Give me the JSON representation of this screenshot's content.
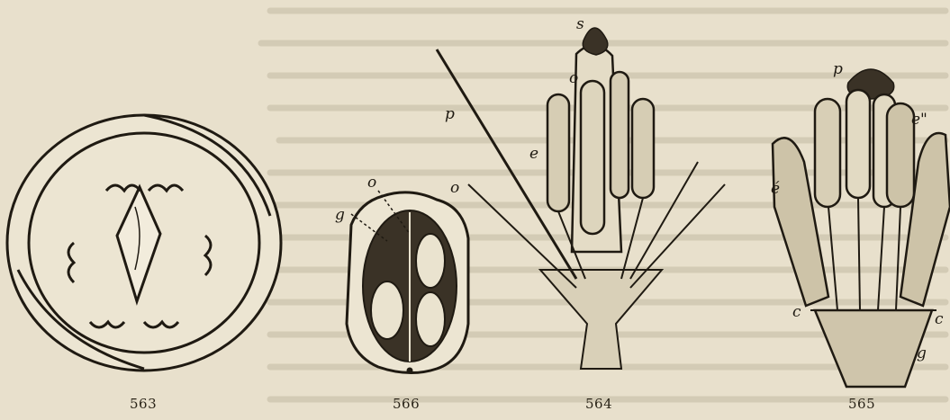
{
  "figures": [
    {
      "number": "563",
      "labels": []
    },
    {
      "number": "566",
      "labels": [
        "g",
        "o"
      ]
    },
    {
      "number": "564",
      "labels": [
        "s",
        "o",
        "p",
        "e",
        "o"
      ]
    },
    {
      "number": "565",
      "labels": [
        "p",
        "e\"",
        "é",
        "c",
        "c",
        "g"
      ]
    }
  ],
  "colors": {
    "paper": "#e8e0cc",
    "ink": "#1f1a12",
    "faded_text": "#b9b09a"
  }
}
